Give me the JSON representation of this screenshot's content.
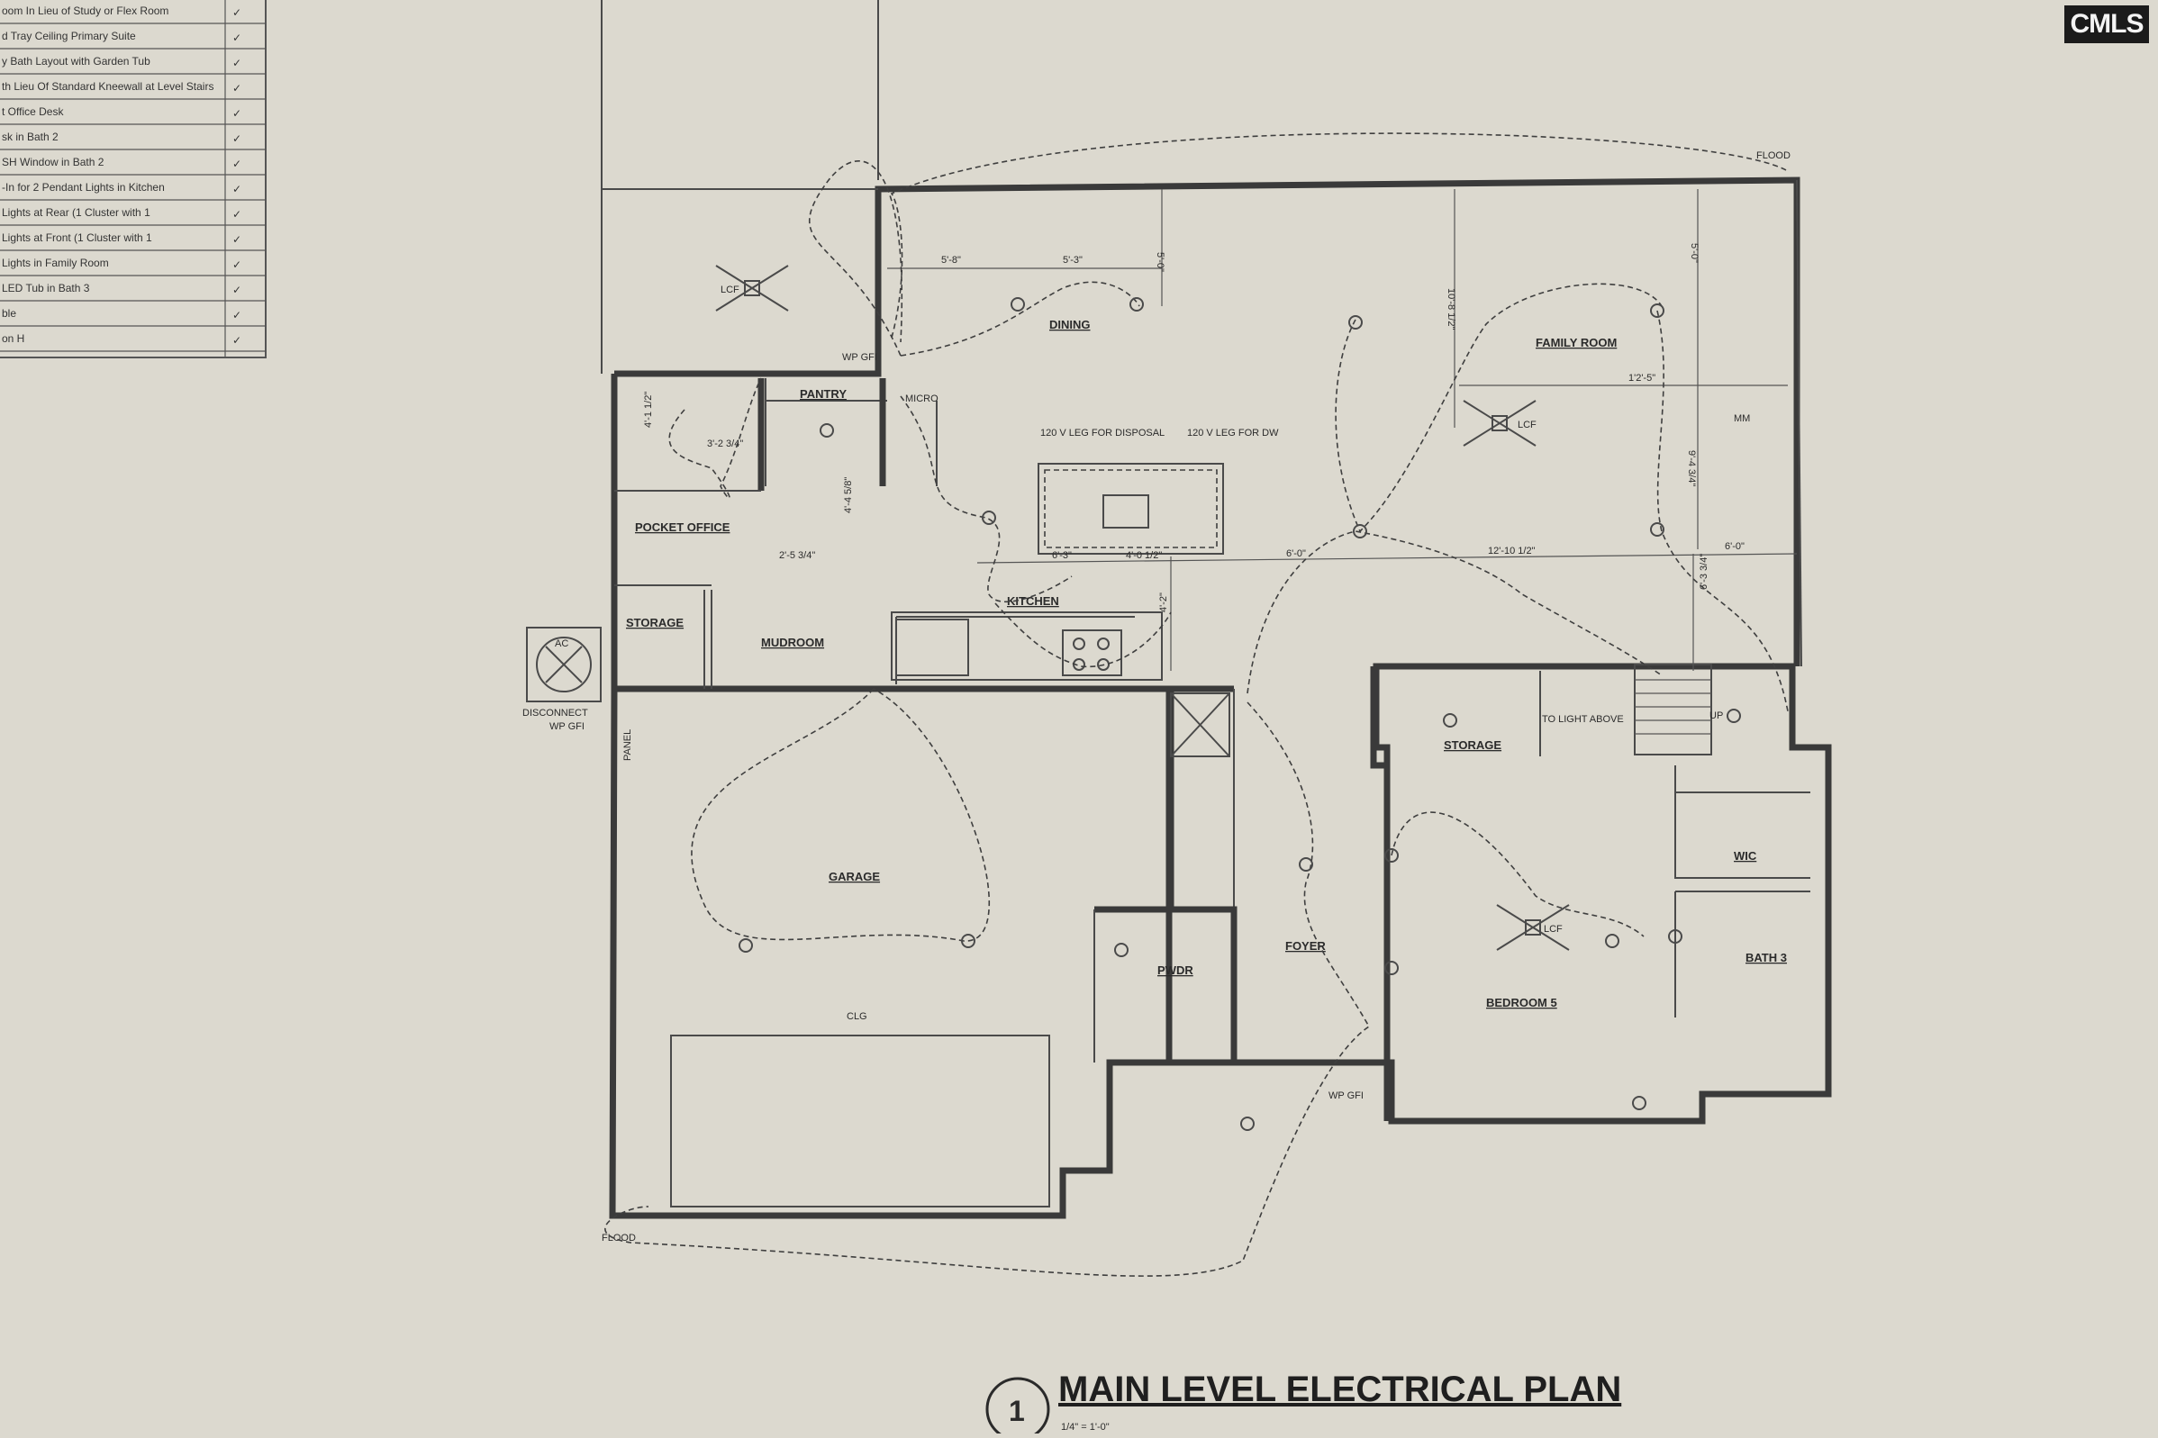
{
  "logo": {
    "text": "CMLS"
  },
  "schedule": {
    "rows": [
      {
        "text": "oom In Lieu of Study or Flex Room",
        "mark": "✓"
      },
      {
        "text": "d Tray Ceiling Primary Suite",
        "mark": "✓"
      },
      {
        "text": "y Bath Layout with Garden Tub",
        "mark": "✓"
      },
      {
        "text": "th Lieu Of Standard Kneewall at Level Stairs",
        "mark": "✓"
      },
      {
        "text": "t Office Desk",
        "mark": "✓"
      },
      {
        "text": "sk in Bath 2",
        "mark": "✓"
      },
      {
        "text": "SH Window in Bath 2",
        "mark": "✓"
      },
      {
        "text": "-In for 2 Pendant Lights in Kitchen",
        "mark": "✓"
      },
      {
        "text": "Lights at Rear (1 Cluster with 1",
        "mark": "✓"
      },
      {
        "text": "Lights at Front (1 Cluster with 1",
        "mark": "✓"
      },
      {
        "text": "Lights in Family Room",
        "mark": "✓"
      },
      {
        "text": "LED Tub in Bath 3",
        "mark": "✓"
      },
      {
        "text": "ble",
        "mark": "✓"
      },
      {
        "text": "on H",
        "mark": "✓"
      }
    ]
  },
  "plan": {
    "rooms": {
      "dining": "DINING",
      "family_room": "FAMILY ROOM",
      "pantry": "PANTRY",
      "micro": "MICRO",
      "pocket_office": "POCKET OFFICE",
      "kitchen": "KITCHEN",
      "storage_left": "STORAGE",
      "mudroom": "MUDROOM",
      "storage_right": "STORAGE",
      "garage": "GARAGE",
      "foyer": "FOYER",
      "pwdr": "PWDR",
      "bedroom": "BEDROOM 5",
      "wic": "WIC",
      "bath": "BATH 3"
    },
    "labels": {
      "flood_top": "FLOOD",
      "flood_bottom": "FLOOD",
      "disposal": "120 V LEG FOR DISPOSAL",
      "dw": "120 V LEG FOR DW",
      "to_light_above": "TO LIGHT ABOVE",
      "up": "UP",
      "ac": "AC",
      "disconnect": "DISCONNECT",
      "wp_gfi_left": "WP GFI",
      "wp_gfi_top": "WP GFI",
      "wp_gfi_bottom": "WP GFI",
      "panel": "PANEL",
      "mm": "MM",
      "clg": "CLG",
      "lcf": "LCF"
    },
    "dimensions": {
      "d1": "5'-8\"",
      "d2": "5'-3\"",
      "d3": "5'-0\"",
      "d4": "10'-8 1/2\"",
      "d5": "5'-0\"",
      "d6": "1'2'-5\"",
      "d7": "9'-4 3/4\"",
      "d8": "6'-3\"",
      "d9": "4'-0 1/2\"",
      "d10": "6'-0\"",
      "d11": "12'-10 1/2\"",
      "d12": "6'-0\"",
      "d13": "6'-3 3/4\"",
      "d14": "4'-1 1/2\"",
      "d15": "3'-2 3/4\"",
      "d16": "2'-5 3/4\"",
      "d17": "4'-4 5/8\"",
      "d18": "4'-2\""
    }
  },
  "caption": {
    "number": "1",
    "title": "MAIN LEVEL ELECTRICAL PLAN",
    "scale": "1/4\" = 1'-0\""
  }
}
